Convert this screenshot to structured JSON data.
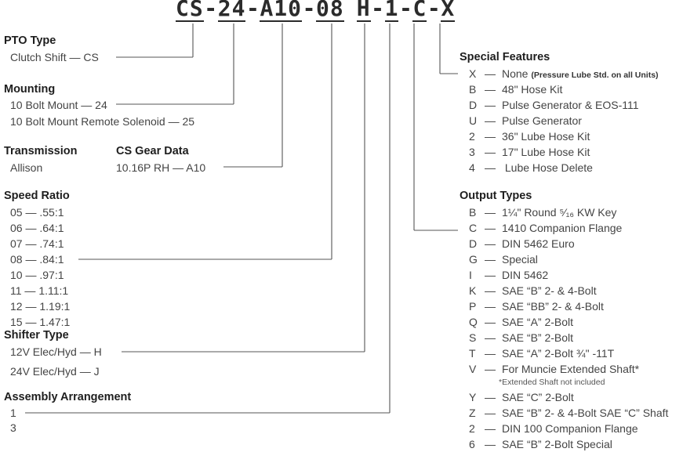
{
  "model_code": {
    "segments": [
      "CS",
      "24",
      "A10",
      "08",
      "H",
      "1",
      "C",
      "X"
    ],
    "separator": "-"
  },
  "pto_type": {
    "title": "PTO Type",
    "items": [
      "Clutch Shift — CS"
    ]
  },
  "mounting": {
    "title": "Mounting",
    "items": [
      "10 Bolt Mount — 24",
      "10 Bolt Mount Remote Solenoid — 25"
    ]
  },
  "transmission": {
    "title": "Transmission",
    "items": [
      "Allison"
    ]
  },
  "cs_gear_data": {
    "title": "CS Gear Data",
    "items": [
      "10.16P RH — A10"
    ]
  },
  "speed_ratio": {
    "title": "Speed Ratio",
    "items": [
      "05 — .55:1",
      "06 — .64:1",
      "07 — .74:1",
      "08 — .84:1",
      "10 — .97:1",
      "11 — 1.11:1",
      "12 — 1.19:1",
      "15 — 1.47:1"
    ]
  },
  "shifter_type": {
    "title": "Shifter Type",
    "items": [
      "12V Elec/Hyd — H",
      "24V Elec/Hyd — J"
    ]
  },
  "assembly_arrangement": {
    "title": "Assembly Arrangement",
    "items": [
      "1",
      "3"
    ]
  },
  "special_features": {
    "title": "Special Features",
    "items": [
      {
        "code": "X",
        "dash": "—",
        "text": "None",
        "note": "(Pressure Lube Std. on all Units)"
      },
      {
        "code": "B",
        "dash": "—",
        "text": "48\" Hose Kit"
      },
      {
        "code": "D",
        "dash": "—",
        "text": "Pulse Generator & EOS-111"
      },
      {
        "code": "U",
        "dash": "—",
        "text": "Pulse Generator"
      },
      {
        "code": "2",
        "dash": "—",
        "text": "36\" Lube Hose Kit"
      },
      {
        "code": "3",
        "dash": "—",
        "text": "17\" Lube Hose Kit"
      },
      {
        "code": "4",
        "dash": "—",
        "text": " Lube Hose Delete"
      }
    ]
  },
  "output_types": {
    "title": "Output Types",
    "items": [
      {
        "code": "B",
        "dash": "—",
        "text": "1¼\" Round ⁵⁄₁₆ KW Key"
      },
      {
        "code": "C",
        "dash": "—",
        "text": "1410 Companion Flange"
      },
      {
        "code": "D",
        "dash": "—",
        "text": "DIN 5462 Euro"
      },
      {
        "code": "G",
        "dash": "—",
        "text": "Special"
      },
      {
        "code": "I",
        "dash": "—",
        "text": "DIN 5462"
      },
      {
        "code": "K",
        "dash": "—",
        "text": "SAE “B” 2- & 4-Bolt"
      },
      {
        "code": "P",
        "dash": "—",
        "text": "SAE “BB” 2- & 4-Bolt"
      },
      {
        "code": "Q",
        "dash": "—",
        "text": "SAE “A” 2-Bolt"
      },
      {
        "code": "S",
        "dash": "—",
        "text": "SAE “B” 2-Bolt"
      },
      {
        "code": "T",
        "dash": "—",
        "text": "SAE “A” 2-Bolt ¾\" -11T"
      },
      {
        "code": "V",
        "dash": "—",
        "text": "For Muncie Extended Shaft*"
      },
      {
        "code": "Y",
        "dash": "—",
        "text": "SAE “C” 2-Bolt"
      },
      {
        "code": "Z",
        "dash": "—",
        "text": "SAE “B” 2- & 4-Bolt SAE “C” Shaft"
      },
      {
        "code": "2",
        "dash": "—",
        "text": "DIN 100 Companion Flange"
      },
      {
        "code": "6",
        "dash": "—",
        "text": "SAE “B” 2-Bolt Special"
      }
    ],
    "footnote": "*Extended Shaft not included"
  }
}
